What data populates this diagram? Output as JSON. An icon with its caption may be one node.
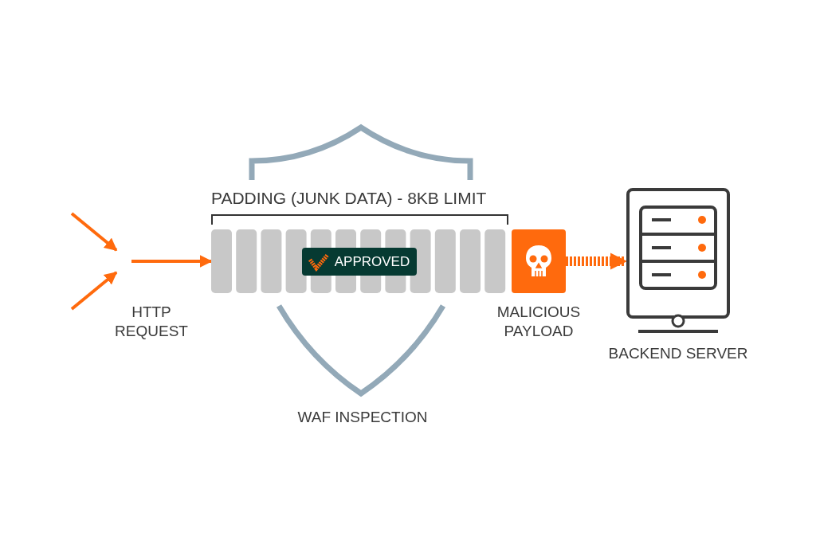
{
  "diagram": {
    "nodes": [
      {
        "text": [
          "WAF INSPECTION"
        ]
      },
      {
        "text": [
          "PADDING (JUNK DATA) - 8KB LIMIT"
        ]
      },
      {
        "text": [
          "APPROVED"
        ]
      },
      {
        "text": [],
        "shape": "box",
        "beside": [
          "MALICIOUS PAYLOAD"
        ]
      },
      {
        "text": [],
        "shape": "picture",
        "beside": [
          "BACKEND SERVER"
        ]
      }
    ],
    "edges": [
      {
        "from": null,
        "to": 1,
        "arrow": "to"
      },
      {
        "from": 3,
        "to": 4,
        "arrow": "to",
        "style": "dashed"
      }
    ],
    "labels": [
      "HTTP REQUEST"
    ]
  }
}
